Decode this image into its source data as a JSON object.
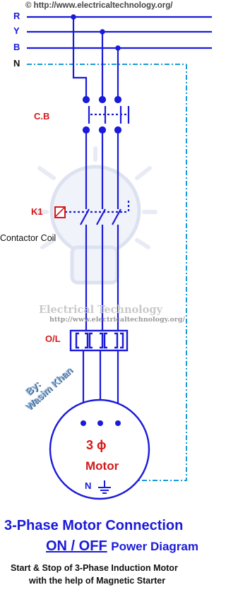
{
  "copyright": "© http://www.electricaltechnology.org/",
  "phases": [
    {
      "label": "R",
      "color": "#1a1ad9"
    },
    {
      "label": "Y",
      "color": "#1a1ad9"
    },
    {
      "label": "B",
      "color": "#1a1ad9"
    },
    {
      "label": "N",
      "color": "#111111"
    }
  ],
  "labels": {
    "breaker": "C.B",
    "contactor": "K1",
    "contactor_coil": "Contactor Coil",
    "overload": "O/L"
  },
  "watermark": {
    "name": "Electrical Technology",
    "url": "http://www.electricaltechnology.org/"
  },
  "author": {
    "by": "By:",
    "name": "Wasim Khan"
  },
  "motor": {
    "phase_text": "3 ϕ",
    "label": "Motor",
    "neutral": "N"
  },
  "title": {
    "line1": "3-Phase Motor Connection",
    "on_off": "ON / OFF",
    "power_diagram": "Power Diagram",
    "subtitle1": "Start & Stop of 3-Phase Induction Motor",
    "subtitle2": "with the help of Magnetic Starter"
  },
  "colors": {
    "wire": "#1a1ad9",
    "neutral_dash": "#1a9ad9",
    "label_red": "#d41919",
    "coil": "#d41919"
  }
}
